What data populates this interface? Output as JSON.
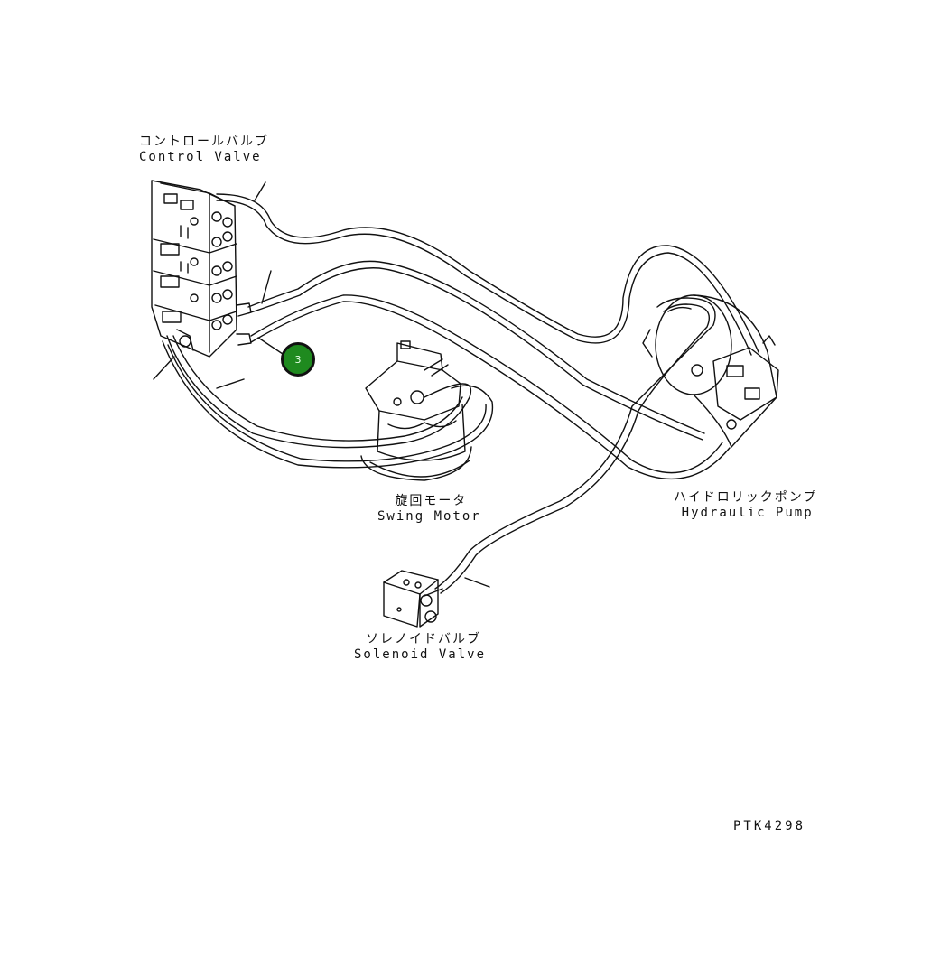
{
  "labels": {
    "control_valve": {
      "jp": "コントロールバルブ",
      "en": "Control Valve"
    },
    "swing_motor": {
      "jp": "旋回モータ",
      "en": "Swing Motor"
    },
    "hydraulic_pump": {
      "jp": "ハイドロリックポンプ",
      "en": "Hydraulic Pump"
    },
    "solenoid_valve": {
      "jp": "ソレノイドバルブ",
      "en": "Solenoid Valve"
    }
  },
  "callout": {
    "number": "3",
    "color": "#1f8a1f"
  },
  "drawing_code": "PTK4298"
}
